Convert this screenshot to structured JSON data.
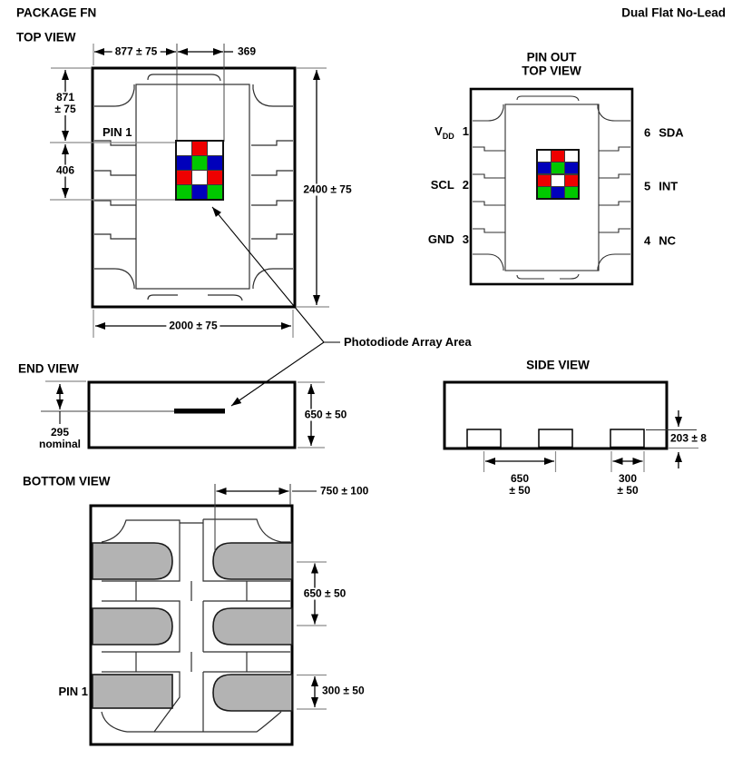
{
  "header": {
    "package_name": "PACKAGE FN",
    "package_type": "Dual Flat No-Lead"
  },
  "views": {
    "top": {
      "title": "TOP VIEW",
      "pin1_label": "PIN 1",
      "dim_pad_to_array": "877 ± 75",
      "dim_array_width": "369",
      "dim_top_to_array": "871",
      "dim_top_to_array_tol": "± 75",
      "dim_array_height": "406",
      "dim_body_height": "2400 ± 75",
      "dim_body_width": "2000 ± 75"
    },
    "pinout": {
      "title_line1": "PIN OUT",
      "title_line2": "TOP VIEW",
      "left_pins": [
        {
          "name": "V",
          "sub": "DD",
          "num": "1"
        },
        {
          "name": "SCL",
          "sub": "",
          "num": "2"
        },
        {
          "name": "GND",
          "sub": "",
          "num": "3"
        }
      ],
      "right_pins": [
        {
          "num": "6",
          "name": "SDA"
        },
        {
          "num": "5",
          "name": "INT"
        },
        {
          "num": "4",
          "name": "NC"
        }
      ]
    },
    "end": {
      "title": "END VIEW",
      "dim_array_depth": "295",
      "dim_array_depth_note": "nominal",
      "dim_body_thickness": "650 ± 50"
    },
    "side": {
      "title": "SIDE VIEW",
      "dim_pad_pitch": "650",
      "dim_pad_pitch_tol": "± 50",
      "dim_pad_width": "300",
      "dim_pad_width_tol": "± 50",
      "dim_pad_height": "203 ± 8"
    },
    "bottom": {
      "title": "BOTTOM VIEW",
      "dim_pad_length": "750 ± 100",
      "dim_pad_pitch": "650 ± 50",
      "dim_pad_width": "300 ± 50",
      "pin1_label": "PIN 1"
    }
  },
  "photodiode": {
    "label": "Photodiode Array Area",
    "pattern": [
      [
        "white",
        "red",
        "white"
      ],
      [
        "blue",
        "green",
        "blue"
      ],
      [
        "red",
        "white",
        "red"
      ],
      [
        "green",
        "blue",
        "green"
      ]
    ]
  },
  "colors": {
    "red": "#ee0000",
    "green": "#00c800",
    "blue": "#0000bb",
    "white": "#ffffff",
    "pad_gray": "#b3b3b3",
    "line_gray": "#8c8c8c"
  }
}
